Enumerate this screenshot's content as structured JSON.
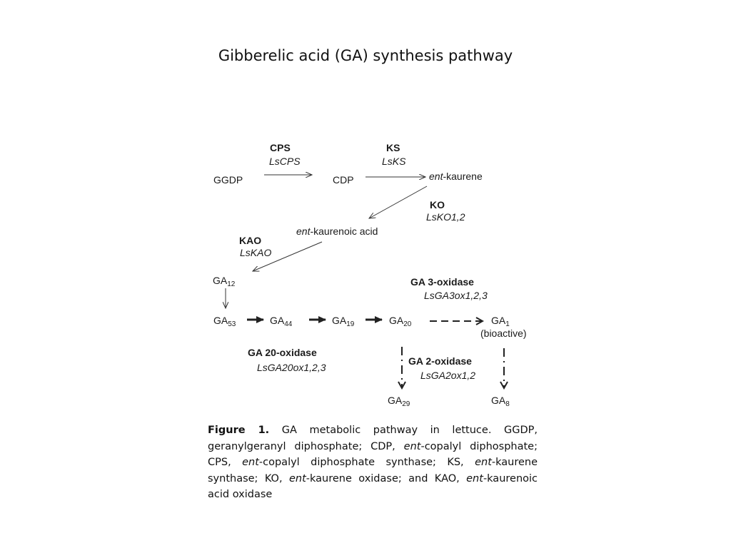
{
  "slide": {
    "title": "Gibberelic acid (GA) synthesis pathway"
  },
  "pathway": {
    "ggdp": "GGDP",
    "cdp": "CDP",
    "ent_kaurene": "ent-kaurene",
    "ent_kaurene_prefix": "ent",
    "ent_kaurene_suffix": "-kaurene",
    "ent_kaurenoic_prefix": "ent",
    "ent_kaurenoic_suffix": "-kaurenoic acid",
    "ga12_base": "GA",
    "ga12_sub": "12",
    "ga53_base": "GA",
    "ga53_sub": "53",
    "ga44_base": "GA",
    "ga44_sub": "44",
    "ga19_base": "GA",
    "ga19_sub": "19",
    "ga20_base": "GA",
    "ga20_sub": "20",
    "ga1_base": "GA",
    "ga1_sub": "1",
    "ga1_note": "(bioactive)",
    "ga29_base": "GA",
    "ga29_sub": "29",
    "ga8_base": "GA",
    "ga8_sub": "8"
  },
  "enzymes": {
    "cps_name": "CPS",
    "cps_gene": "LsCPS",
    "ks_name": "KS",
    "ks_gene": "LsKS",
    "ko_name": "KO",
    "ko_gene": "LsKO1,2",
    "kao_name": "KAO",
    "kao_gene": "LsKAO",
    "ga3ox_name": "GA 3-oxidase",
    "ga3ox_gene": "LsGA3ox1,2,3",
    "ga20ox_name": "GA 20-oxidase",
    "ga20ox_gene": "LsGA20ox1,2,3",
    "ga2ox_name": "GA 2-oxidase",
    "ga2ox_gene": "LsGA2ox1,2"
  },
  "caption": {
    "label": "Figure 1.",
    "t1": " GA metabolic pathway in lettuce. GGDP, geranylgeranyl diphosphate; CDP, ",
    "e1": "ent",
    "t2": "-copalyl diphosphate; CPS, ",
    "e2": "ent",
    "t3": "-copalyl diphosphate synthase; KS, ",
    "e3": "ent",
    "t4": "-kaurene synthase; KO, ",
    "e4": "ent",
    "t5": "-kaurene oxidase; and KAO, ",
    "e5": "ent",
    "t6": "-kaurenoic acid oxidase"
  }
}
